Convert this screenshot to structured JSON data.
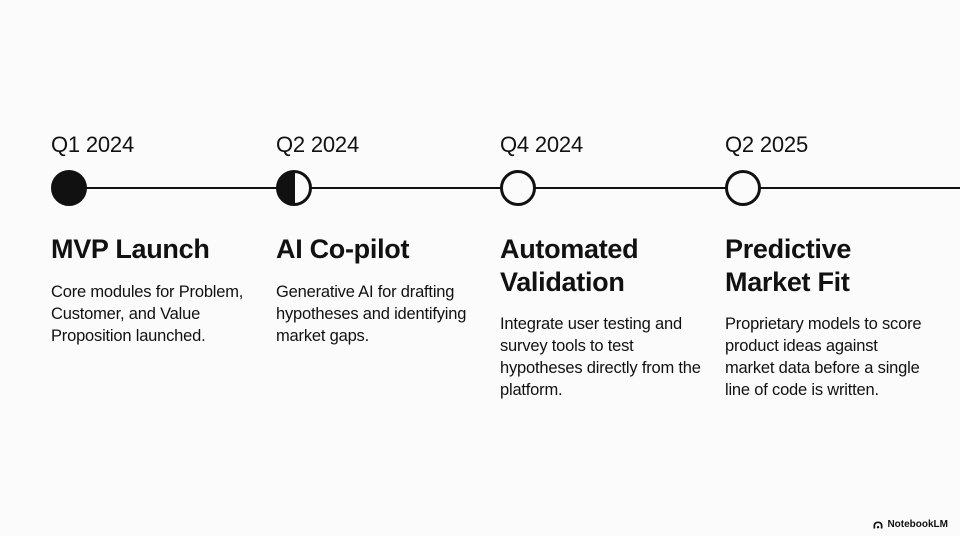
{
  "milestones": [
    {
      "date": "Q1 2024",
      "status": "complete",
      "title": "MVP Launch",
      "description": "Core modules for Problem, Customer, and Value Proposition launched."
    },
    {
      "date": "Q2 2024",
      "status": "in-progress",
      "title": "AI Co-pilot",
      "description": "Generative AI for drafting hypotheses and identifying market gaps."
    },
    {
      "date": "Q4 2024",
      "status": "planned",
      "title": "Automated Validation",
      "description": "Integrate user testing and survey tools to test hypotheses directly from the platform."
    },
    {
      "date": "Q2 2025",
      "status": "planned",
      "title": "Predictive Market Fit",
      "description": "Proprietary models to score product ideas against market data before a single line of code is written."
    }
  ],
  "watermark": {
    "label": "NotebookLM",
    "icon": "notebooklm-logo-icon"
  },
  "colors": {
    "ink": "#111111",
    "background": "#fbfbfb"
  }
}
